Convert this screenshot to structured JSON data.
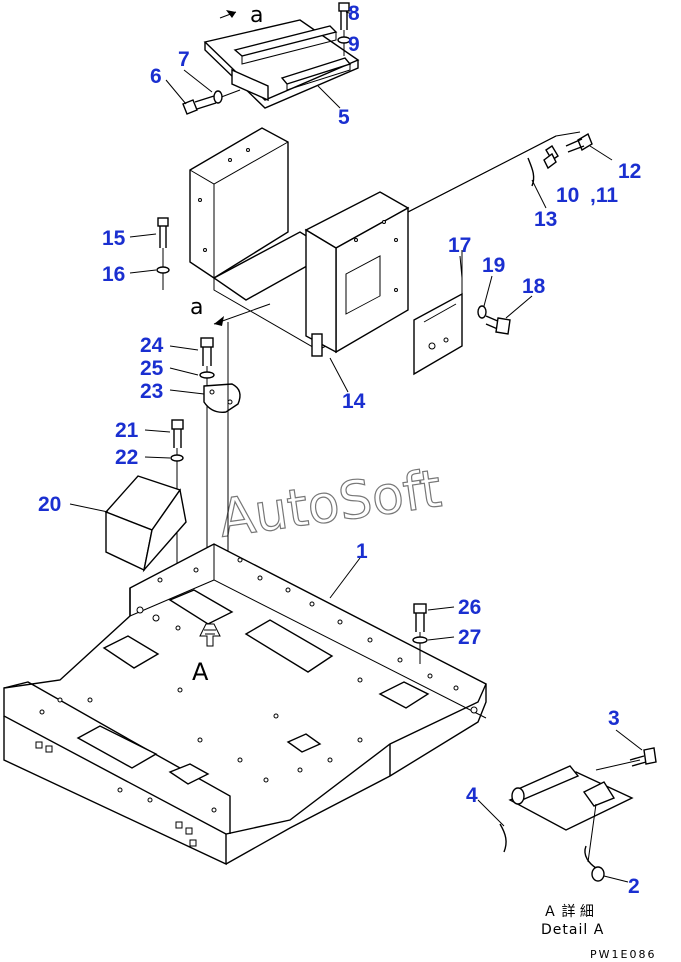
{
  "callouts": [
    "8",
    "9",
    "7",
    "6",
    "5",
    "12",
    "10",
    ",11",
    "13",
    "15",
    "16",
    "17",
    "19",
    "18",
    "24",
    "25",
    "23",
    "14",
    "21",
    "22",
    "20",
    "1",
    "26",
    "27",
    "3",
    "4",
    "2"
  ],
  "section_marker_upper": "a",
  "section_marker_lower": "a",
  "view_arrow_label": "A",
  "detail_label_jp": "Ａ 詳 細",
  "detail_label_en": "Detail A",
  "watermark": "AutoSoft",
  "figure_code": "PW1E086",
  "colors": {
    "callout": "#1a2fd0",
    "line": "#000000",
    "watermark": "#777777"
  }
}
